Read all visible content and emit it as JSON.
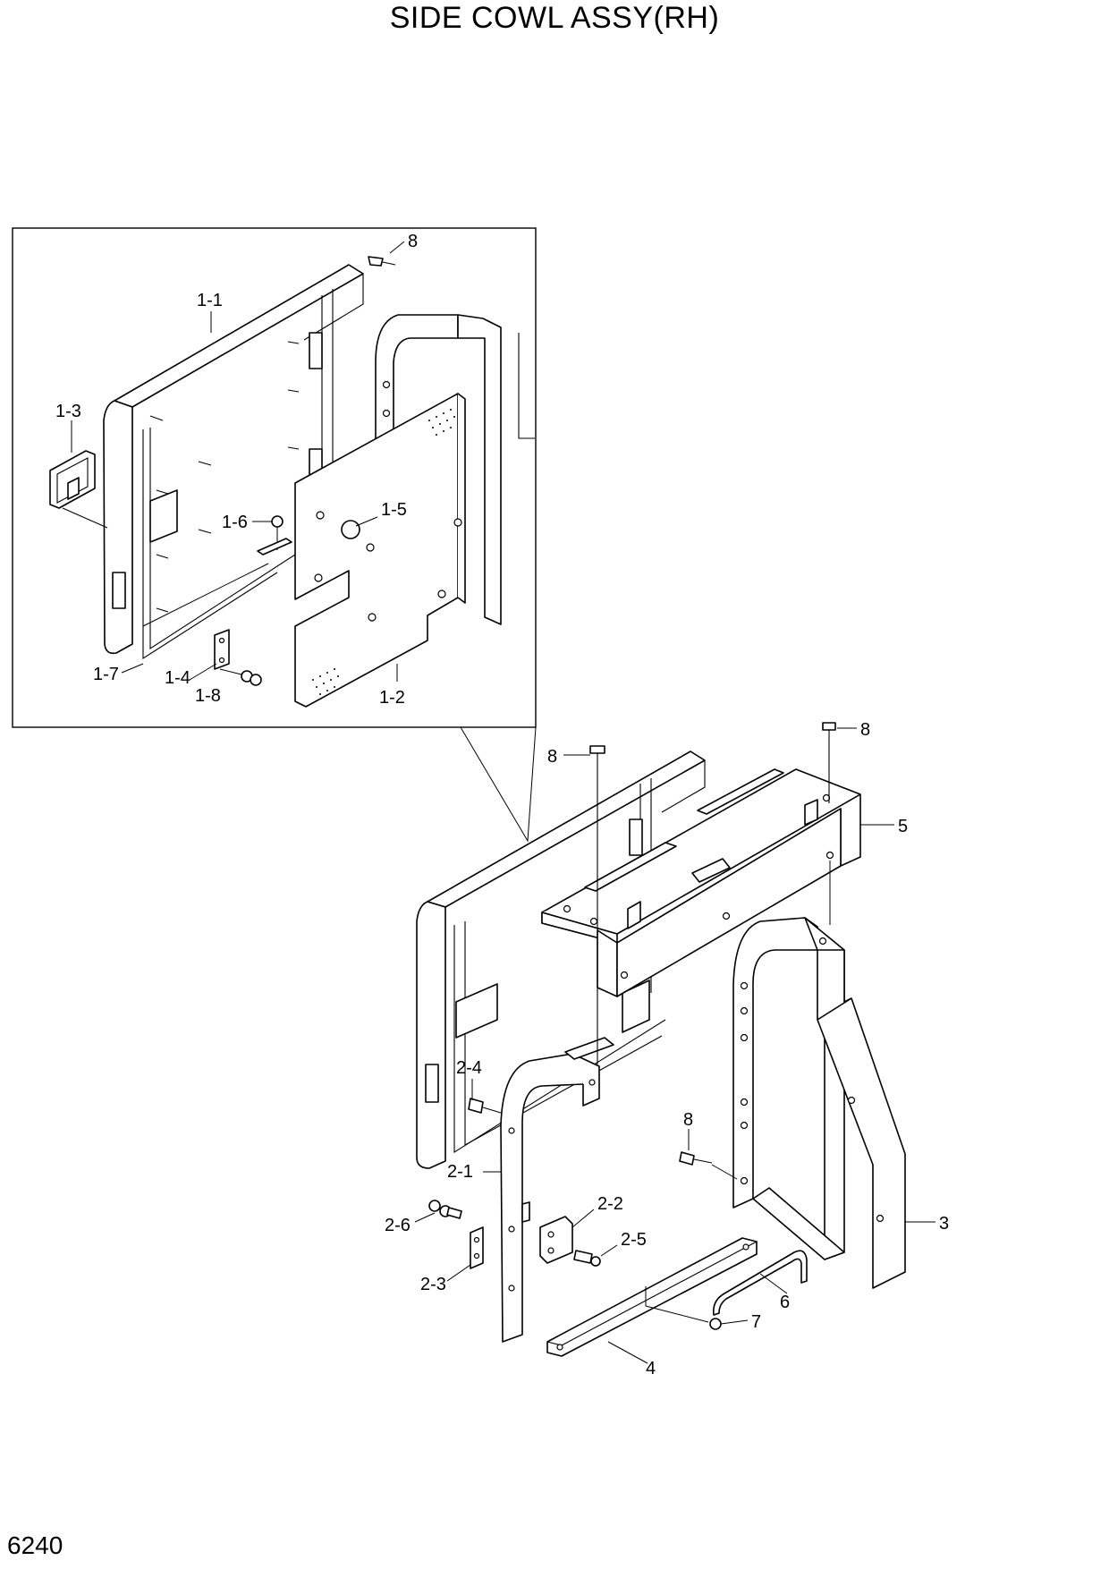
{
  "title": "SIDE COWL ASSY(RH)",
  "page_number": "6240",
  "callouts": {
    "c_1_1": "1-1",
    "c_1_2": "1-2",
    "c_1_3": "1-3",
    "c_1_4": "1-4",
    "c_1_5": "1-5",
    "c_1_6": "1-6",
    "c_1_7": "1-7",
    "c_1_8": "1-8",
    "c_8_detail": "8",
    "c_8_top_left": "8",
    "c_8_top_right": "8",
    "c_8_lower": "8",
    "c_5": "5",
    "c_3": "3",
    "c_4": "4",
    "c_6": "6",
    "c_7": "7",
    "c_2_1": "2-1",
    "c_2_2": "2-2",
    "c_2_3": "2-3",
    "c_2_4": "2-4",
    "c_2_5": "2-5",
    "c_2_6": "2-6"
  }
}
